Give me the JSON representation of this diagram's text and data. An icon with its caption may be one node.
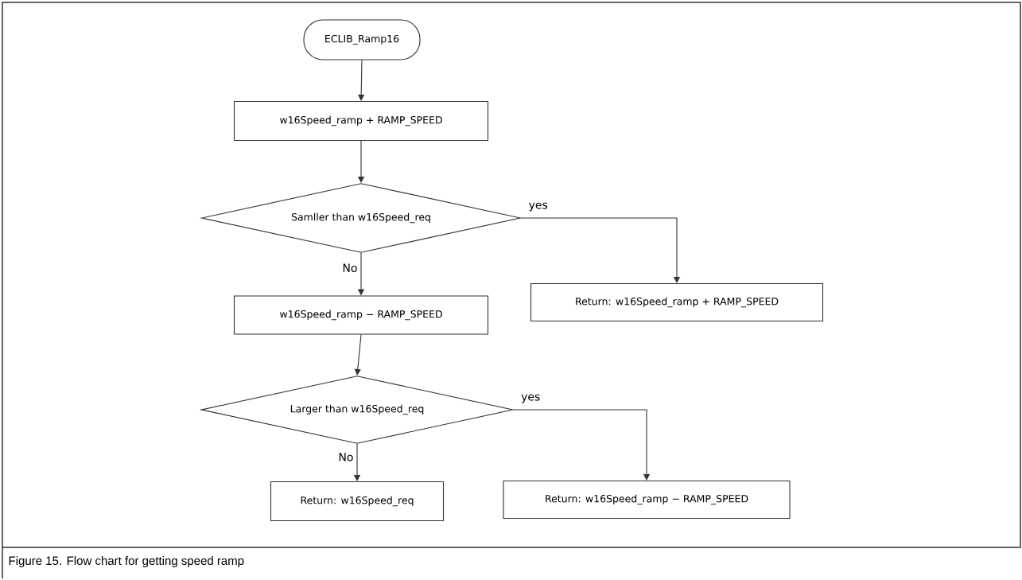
{
  "diagram": {
    "caption": "Figure 15.  Flow chart for getting speed ramp",
    "nodes": [
      {
        "text": [
          "ECLIB_Ramp16"
        ]
      },
      {
        "text": [
          "w16Speed_ramp + RAMP_SPEED"
        ]
      },
      {
        "text": [
          "Samller than w16Speed_req"
        ]
      },
      {
        "text": [
          "w16Speed_ramp − RAMP_SPEED"
        ]
      },
      {
        "text": [
          "Return: w16Speed_ramp + RAMP_SPEED"
        ]
      },
      {
        "text": [
          "Larger than w16Speed_req"
        ]
      },
      {
        "text": [
          "Return: w16Speed_req"
        ]
      },
      {
        "text": [
          "Return: w16Speed_ramp − RAMP_SPEED"
        ]
      }
    ],
    "edges": [
      {
        "from": 0,
        "to": 1,
        "arrow": "to"
      },
      {
        "from": 1,
        "to": 2,
        "arrow": "to"
      },
      {
        "from": 2,
        "to": 3,
        "arrow": "to",
        "label": "No"
      },
      {
        "from": 2,
        "to": 4,
        "arrow": "to",
        "label": "yes"
      },
      {
        "from": 3,
        "to": 5,
        "arrow": "to"
      },
      {
        "from": 5,
        "to": 6,
        "arrow": "to",
        "label": "No"
      },
      {
        "from": 5,
        "to": 7,
        "arrow": "to",
        "label": "yes"
      }
    ]
  }
}
